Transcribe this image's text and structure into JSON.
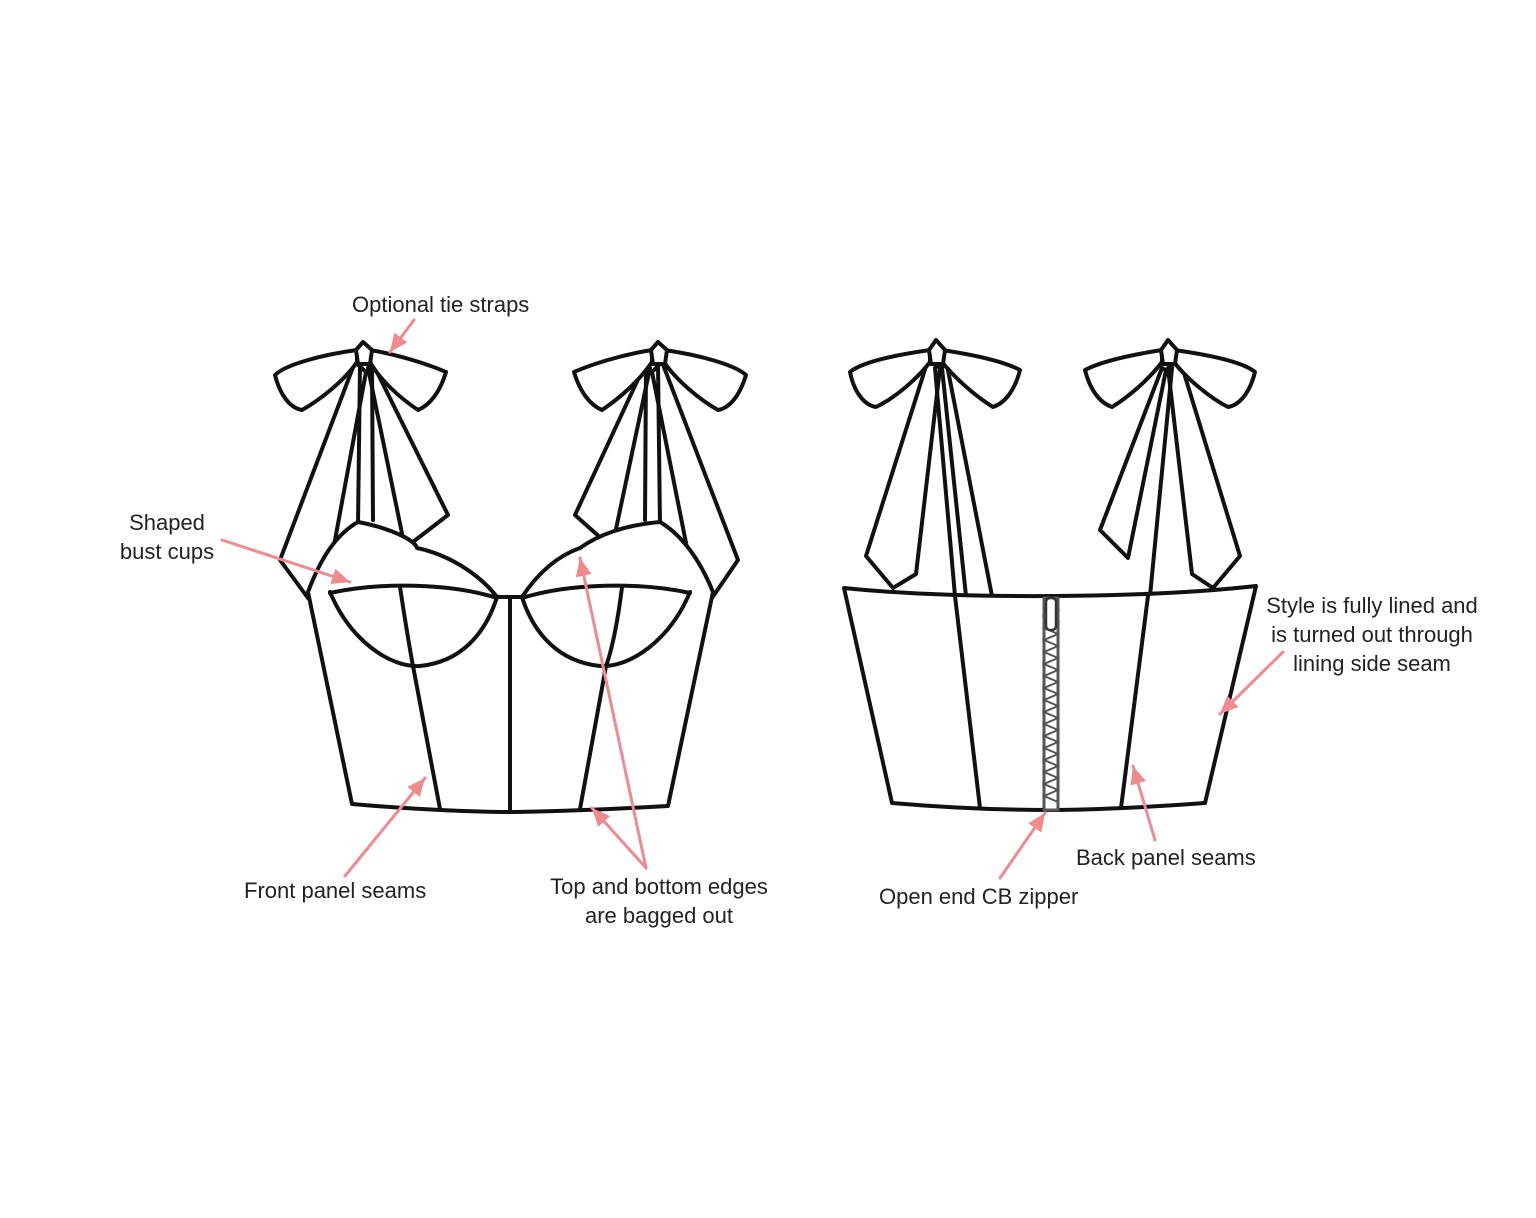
{
  "colors": {
    "annotation": "#ef8a8f",
    "outline": "#111111",
    "zipper": "#555555",
    "background": "#ffffff"
  },
  "labels": {
    "tie_straps": "Optional tie straps",
    "bust_cups_line1": "Shaped",
    "bust_cups_line2": "bust cups",
    "front_seams": "Front panel seams",
    "edges_line1": "Top and bottom edges",
    "edges_line2": "are bagged out",
    "zipper": "Open end CB zipper",
    "back_seams": "Back panel seams",
    "lined_line1": "Style is fully lined and",
    "lined_line2": "is turned out through",
    "lined_line3": "lining side seam"
  }
}
